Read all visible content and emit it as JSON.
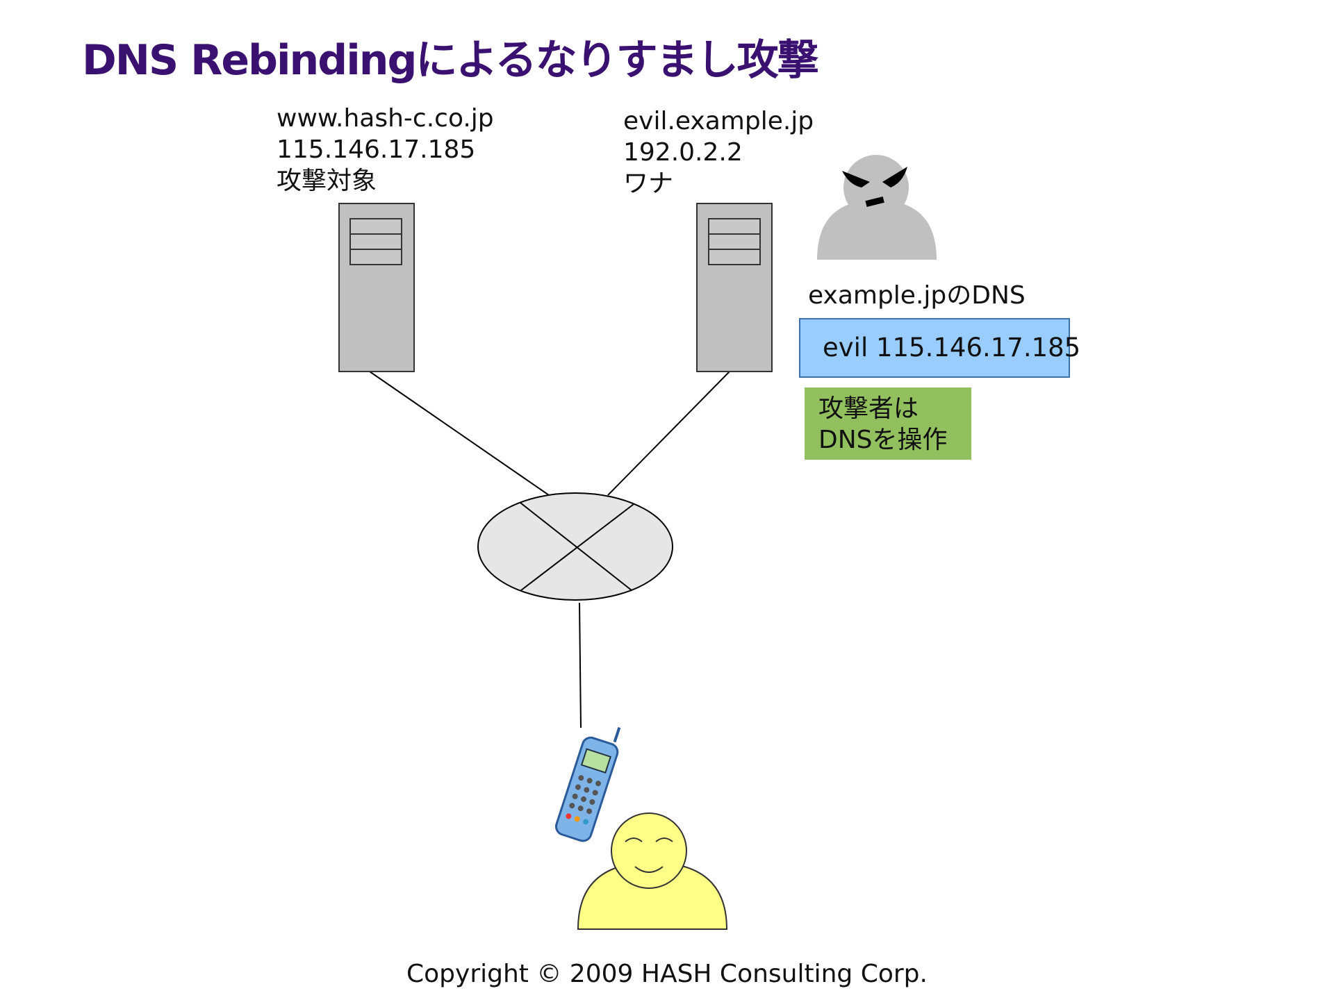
{
  "title": "DNS Rebindingによるなりすまし攻撃",
  "target_server": {
    "hostname": "www.hash-c.co.jp",
    "ip": "115.146.17.185",
    "role": "攻撃対象"
  },
  "trap_server": {
    "hostname": "evil.example.jp",
    "ip": "192.0.2.2",
    "role": "ワナ"
  },
  "dns": {
    "label": "example.jpのDNS",
    "record": "evil 115.146.17.185"
  },
  "attacker_note": {
    "line1": "攻撃者は",
    "line2": "DNSを操作"
  },
  "colors": {
    "title": "#3a1070",
    "server": "#c0c0c0",
    "attacker": "#c0c0c0",
    "dns_box": "#99ccff",
    "note_box": "#92c05e",
    "user": "#ffff88",
    "network": "#e6e6e6",
    "phone": "#7fb4e8"
  },
  "icons": [
    "server-icon",
    "attacker-icon",
    "network-router-icon",
    "mobile-phone-icon",
    "user-icon"
  ],
  "copyright": "Copyright © 2009 HASH Consulting Corp."
}
